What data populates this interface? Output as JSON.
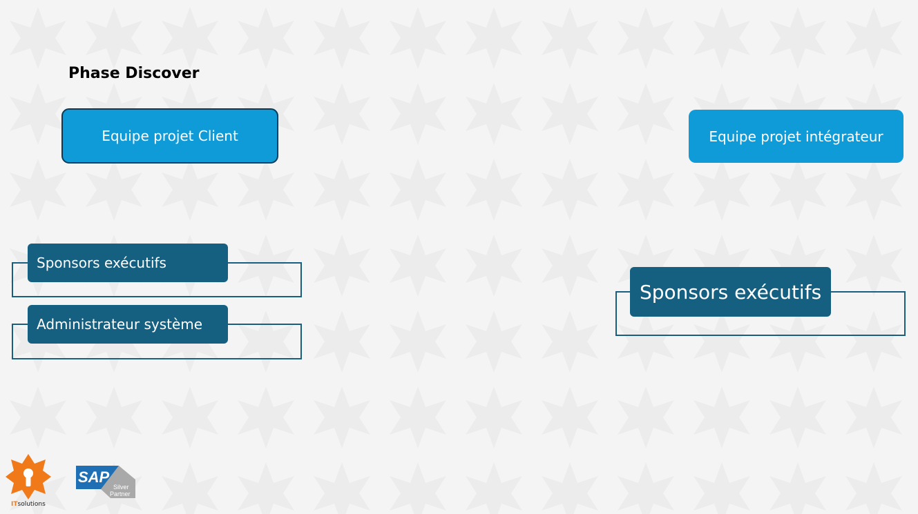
{
  "slide": {
    "title": "Phase Discover"
  },
  "teams": {
    "client": "Equipe projet Client",
    "integrator": "Equipe projet intégrateur"
  },
  "client_roles": [
    {
      "label": "Sponsors exécutifs"
    },
    {
      "label": "Administrateur système"
    }
  ],
  "integrator_roles": [
    {
      "label": "Sponsors exécutifs"
    }
  ],
  "logos": {
    "it_solutions": {
      "prefix": "IT",
      "suffix": "solutions"
    },
    "sap": {
      "brand": "SAP",
      "line1": "Silver",
      "line2": "Partner"
    }
  },
  "colors": {
    "team_box": "#0f9bd7",
    "role_box": "#155f81",
    "frame": "#1a5e7f",
    "it_logo": "#f07a1a",
    "sap_blue": "#1f6fb5"
  }
}
